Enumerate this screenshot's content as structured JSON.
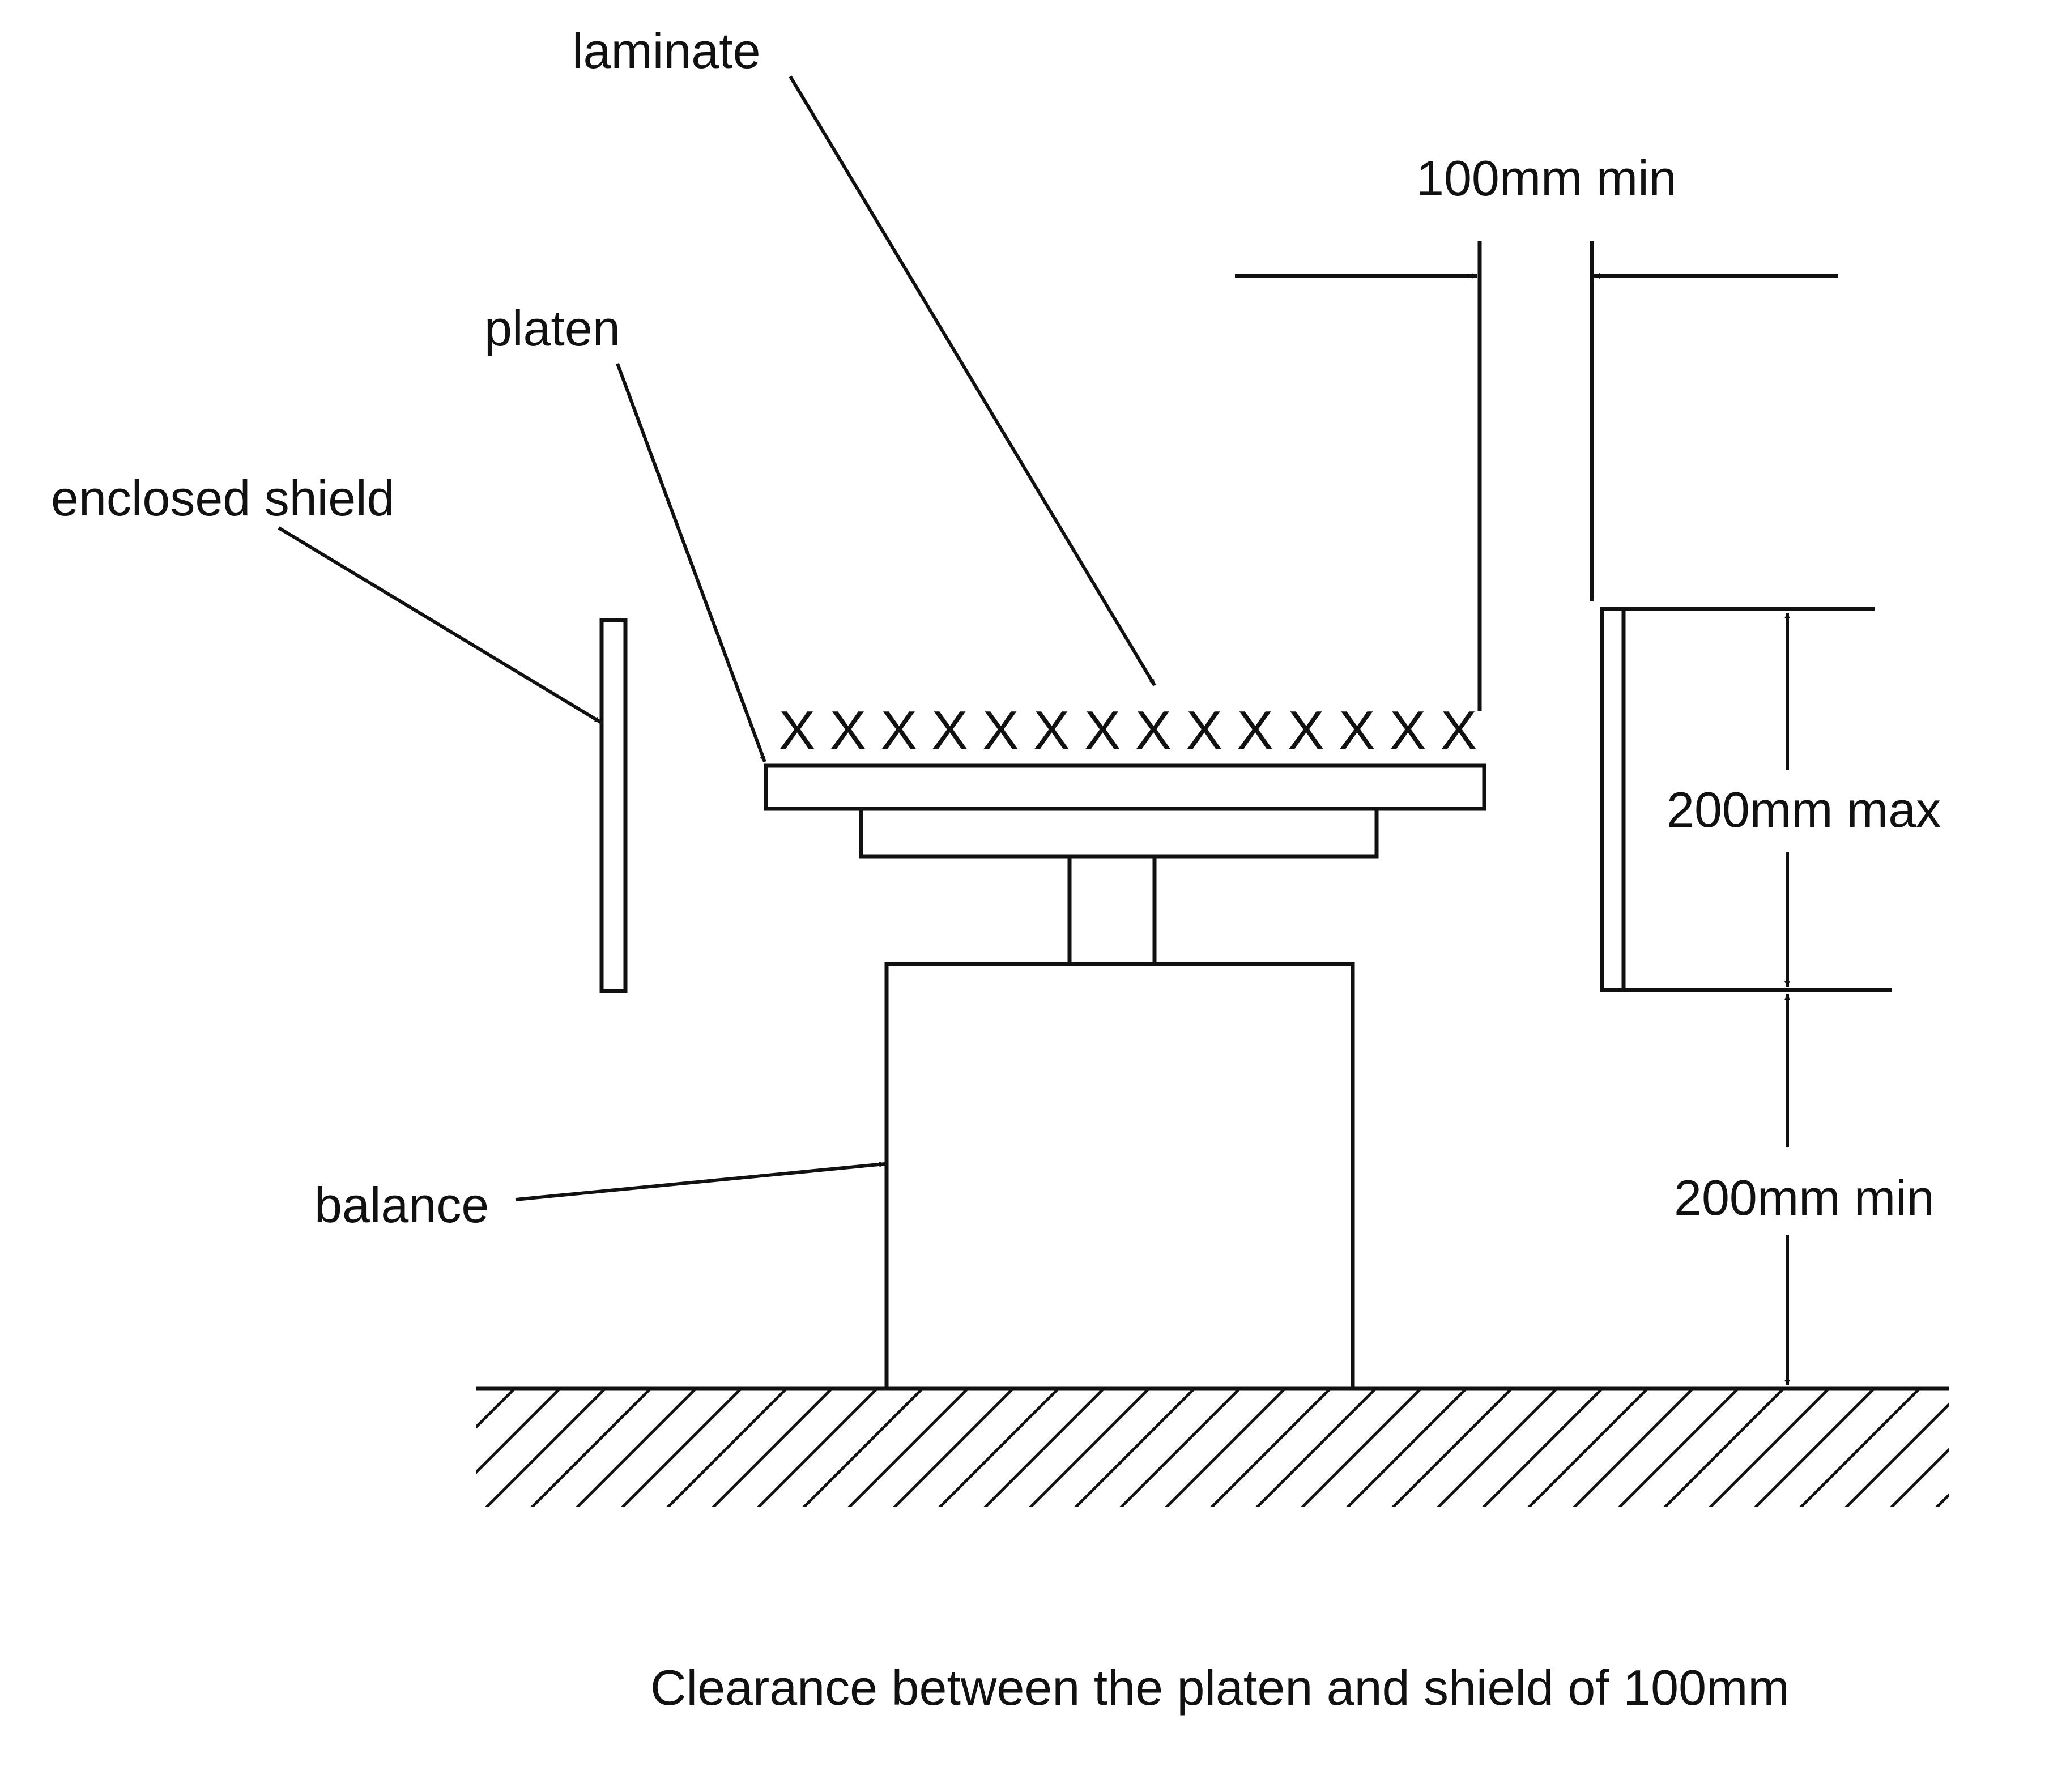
{
  "labels": {
    "laminate": "laminate",
    "platen": "platen",
    "enclosed_shield": "enclosed shield",
    "balance": "balance",
    "clearance_top": "100mm min",
    "shield_height": "200mm max",
    "shield_elevation": "200mm min"
  },
  "laminate_marks": "XXXXXXXXXXXXXX",
  "caption": "Clearance between the platen and shield of 100mm",
  "colors": {
    "ink": "#111111",
    "background": "#ffffff"
  }
}
